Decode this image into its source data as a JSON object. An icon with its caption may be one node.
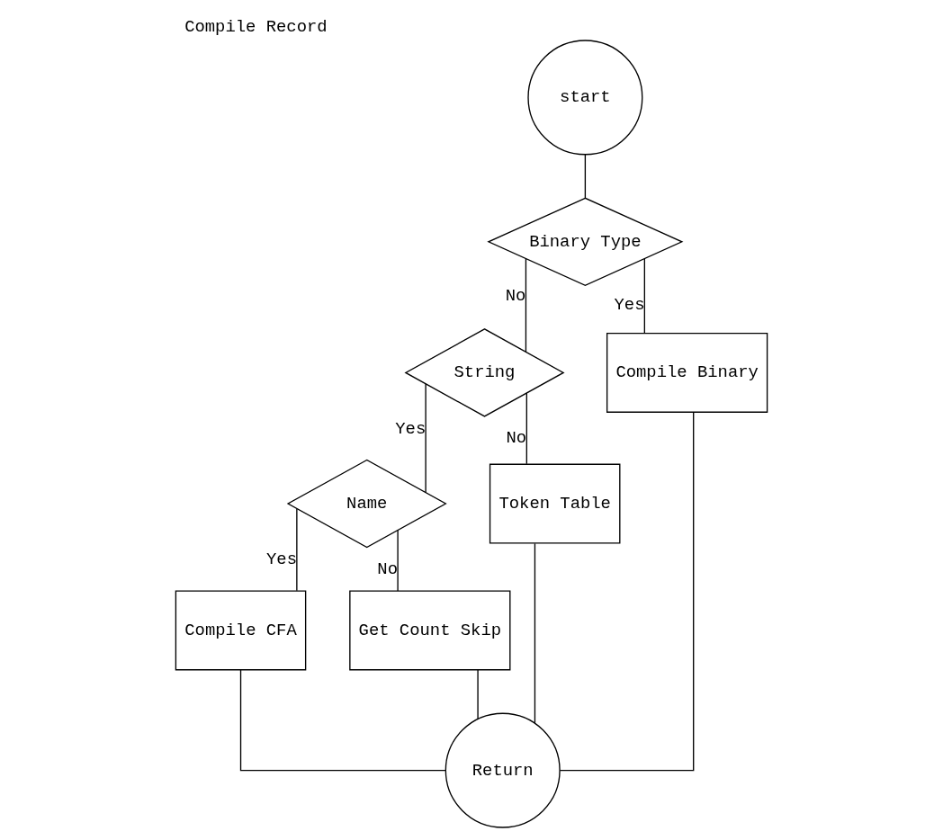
{
  "diagram": {
    "title": "Compile Record",
    "nodes": [
      {
        "text": [
          "start"
        ]
      },
      {
        "text": [
          "Binary Type"
        ]
      },
      {
        "text": [
          "String"
        ]
      },
      {
        "text": [
          "Name"
        ]
      },
      {
        "text": [
          "Compile Binary"
        ]
      },
      {
        "text": [
          "Compile CFA"
        ]
      },
      {
        "text": [
          "Get Count Skip"
        ]
      },
      {
        "text": [
          "Token Table"
        ]
      },
      {
        "text": [
          "Return"
        ]
      }
    ],
    "edges": [
      {
        "from": 0,
        "to": 1,
        "arrow": "none"
      },
      {
        "from": 1,
        "to": 4,
        "arrow": "none",
        "label": "Yes"
      },
      {
        "from": 1,
        "to": 2,
        "arrow": "none",
        "label": "No"
      },
      {
        "from": 2,
        "to": 3,
        "arrow": "none",
        "label": "Yes"
      },
      {
        "from": 2,
        "to": 7,
        "arrow": "none",
        "label": "No"
      },
      {
        "from": 3,
        "to": 5,
        "arrow": "none",
        "label": "Yes"
      },
      {
        "from": 3,
        "to": 6,
        "arrow": "none",
        "label": "No"
      },
      {
        "from": 4,
        "to": 8,
        "arrow": "none"
      },
      {
        "from": 5,
        "to": 8,
        "arrow": "none"
      },
      {
        "from": 6,
        "to": 8,
        "arrow": "none"
      },
      {
        "from": 7,
        "to": 8,
        "arrow": "none"
      }
    ]
  }
}
